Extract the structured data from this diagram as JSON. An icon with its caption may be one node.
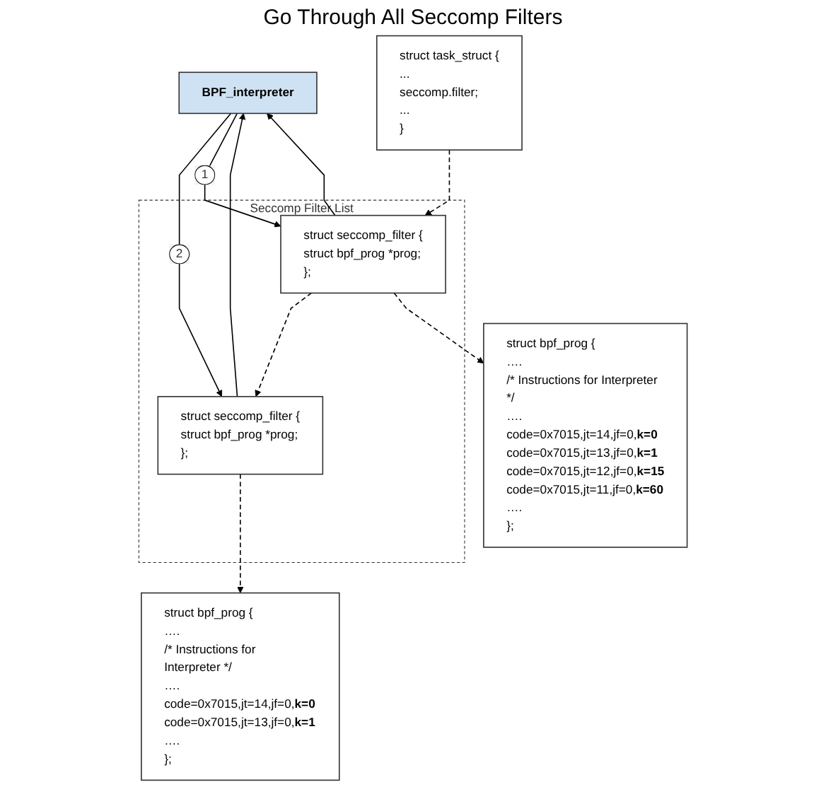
{
  "diagram": {
    "nodes": [
      {
        "text": [
          "BPF_interpreter"
        ]
      },
      {
        "text": [
          "struct task_struct {",
          "...",
          "seccomp.filter;",
          "...",
          "}"
        ]
      },
      {
        "text": [
          "Seccomp Filter List"
        ]
      },
      {
        "text": [
          "struct seccomp_filter {",
          "struct bpf_prog *prog;",
          "};"
        ],
        "in": 2
      },
      {
        "text": [
          "struct seccomp_filter {",
          "struct bpf_prog *prog;",
          "};"
        ],
        "in": 2
      },
      {
        "text": [
          "struct bpf_prog {",
          "….",
          "/* Instructions for Interpreter */",
          "….",
          "code=0x7015,jt=14,jf=0,**k=0**",
          "code=0x7015,jt=13,jf=0,**k=1**",
          "….",
          "};"
        ]
      },
      {
        "text": [
          "struct bpf_prog {",
          "….",
          "/* Instructions for Interpreter */",
          "….",
          "code=0x7015,jt=14,jf=0,**k=0**",
          "code=0x7015,jt=13,jf=0,**k=1**",
          "code=0x7015,jt=12,jf=0,**k=15**",
          "code=0x7015,jt=11,jf=0,**k=60**",
          "….",
          "};"
        ]
      }
    ],
    "edges": [
      {
        "from": 0,
        "to": 3,
        "arrow": "to",
        "label": "2"
      },
      {
        "from": 3,
        "to": 0,
        "arrow": "to"
      },
      {
        "from": 0,
        "to": 4,
        "arrow": "to",
        "label": "1"
      },
      {
        "from": 4,
        "to": 0,
        "arrow": "to"
      },
      {
        "from": 1,
        "to": 4,
        "arrow": "to",
        "style": "dashed"
      },
      {
        "from": 4,
        "to": 3,
        "arrow": "to",
        "style": "dashed"
      },
      {
        "from": 3,
        "to": 5,
        "arrow": "to",
        "style": "dashed"
      },
      {
        "from": 4,
        "to": 6,
        "arrow": "to",
        "style": "dashed"
      }
    ],
    "labels": [
      "Go Through All Seccomp Filters"
    ]
  }
}
